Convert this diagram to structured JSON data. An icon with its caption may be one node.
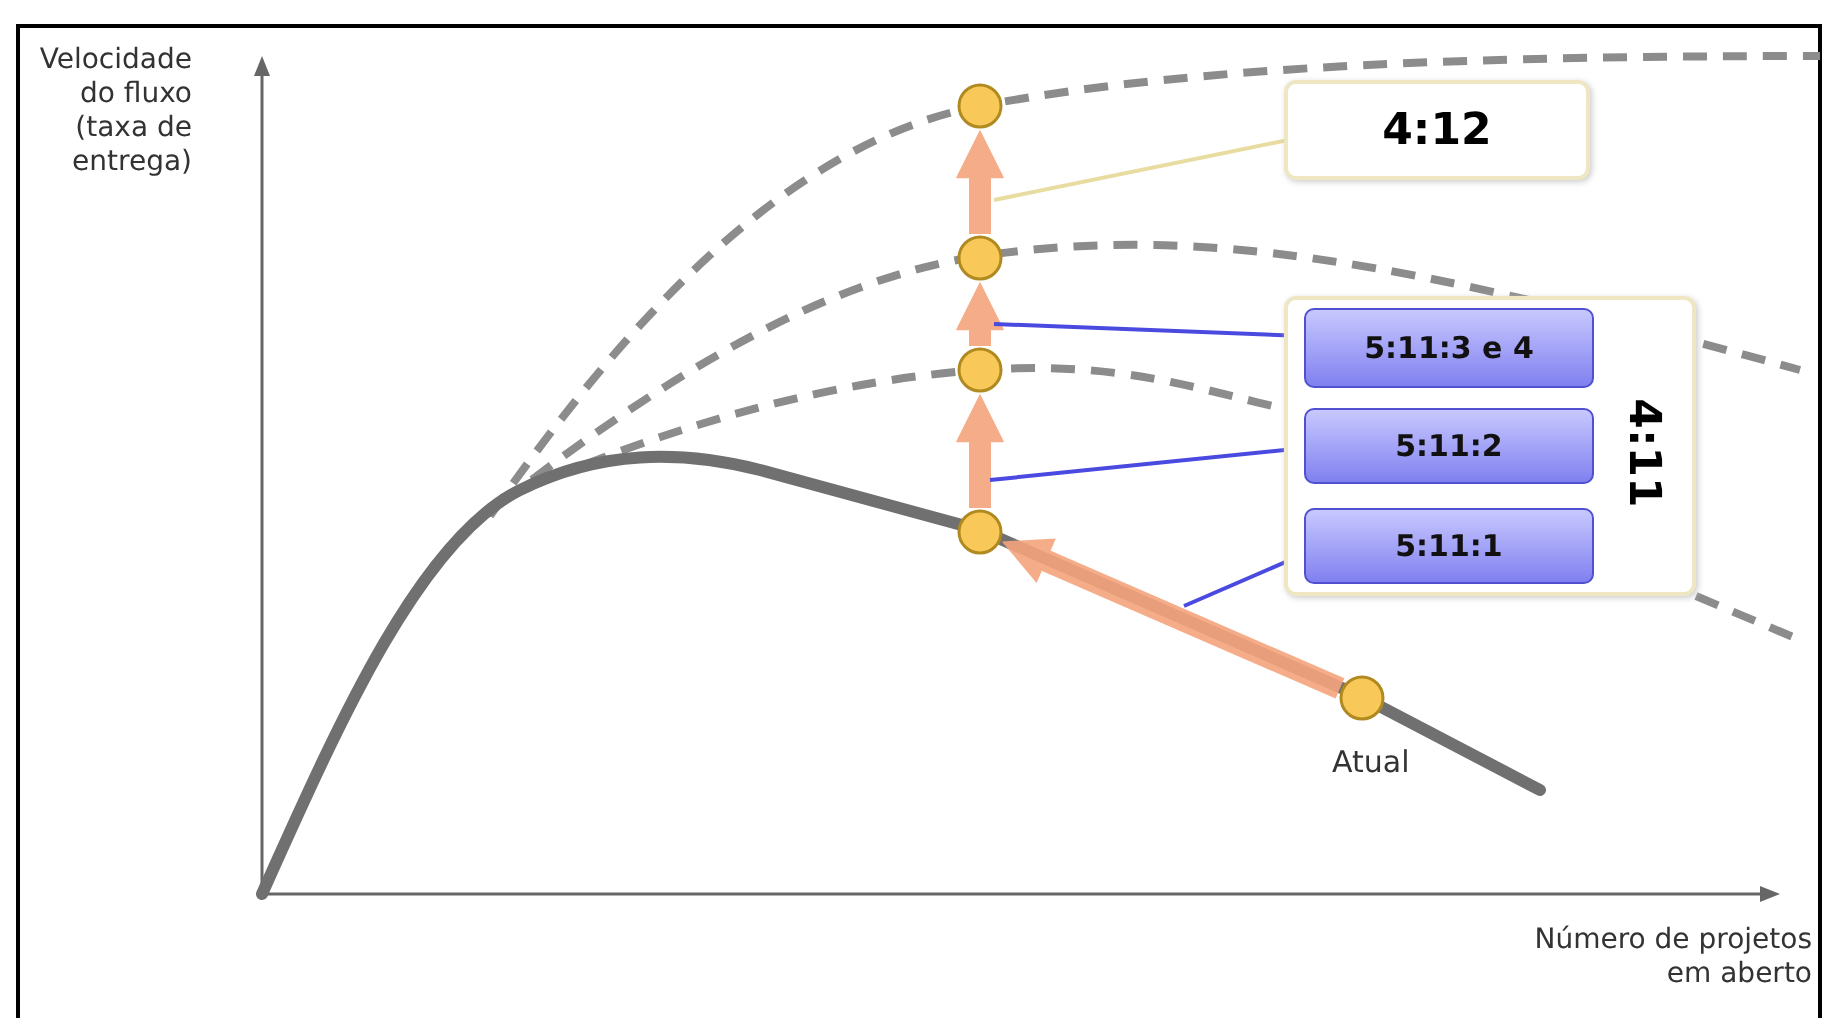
{
  "diagram": {
    "nodes": [
      {
        "text": [],
        "shape": "circle"
      },
      {
        "text": [],
        "shape": "circle"
      },
      {
        "text": [],
        "shape": "circle"
      },
      {
        "text": [],
        "shape": "circle"
      },
      {
        "text": [],
        "shape": "circle",
        "beside": [
          "Atual"
        ]
      },
      {
        "text": [
          "4:12"
        ]
      },
      {
        "text": [
          "4:11"
        ]
      },
      {
        "text": [
          "5:11:3 e 4"
        ],
        "in": 6
      },
      {
        "text": [
          "5:11:2"
        ],
        "in": 6
      },
      {
        "text": [
          "5:11:1"
        ],
        "in": 6
      }
    ],
    "edges": [
      {
        "from": 4,
        "to": 3,
        "arrow": "to",
        "style": "thick",
        "color": "#f5a47c"
      },
      {
        "from": 3,
        "to": 2,
        "arrow": "to",
        "style": "thick",
        "color": "#f5a47c"
      },
      {
        "from": 2,
        "to": 1,
        "arrow": "to",
        "style": "thick",
        "color": "#f5a47c"
      },
      {
        "from": 1,
        "to": 0,
        "arrow": "to",
        "style": "thick",
        "color": "#f5a47c"
      },
      {
        "from": 5,
        "to": null,
        "arrow": "none",
        "color": "#e8dca0"
      },
      {
        "from": 7,
        "to": null,
        "arrow": "none",
        "color": "#4a4ae0"
      },
      {
        "from": 8,
        "to": null,
        "arrow": "none",
        "color": "#4a4ae0"
      },
      {
        "from": 9,
        "to": null,
        "arrow": "none",
        "color": "#4a4ae0"
      }
    ],
    "labels": [
      "Velocidade do fluxo (taxa de entrega)",
      "Número de projetos em aberto"
    ]
  }
}
